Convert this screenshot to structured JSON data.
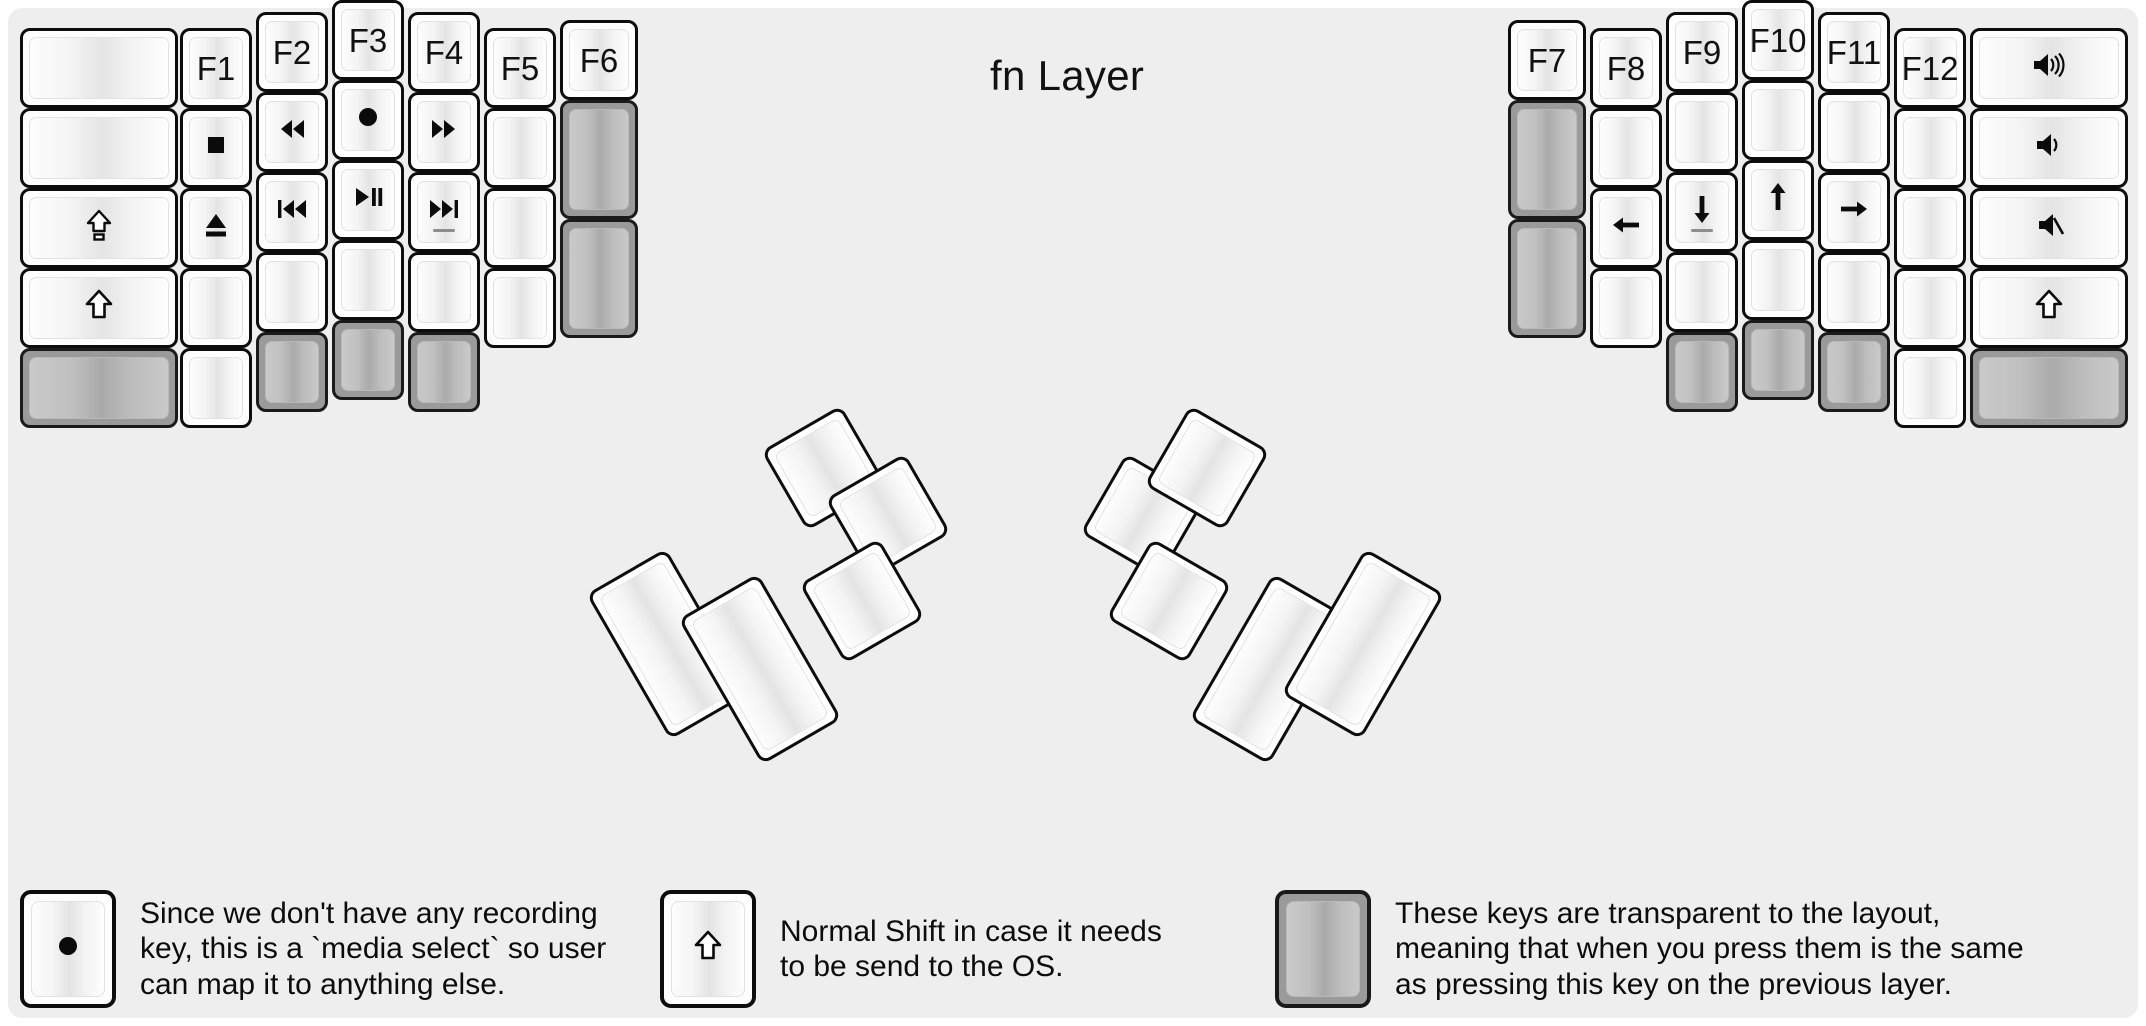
{
  "title": "fn Layer",
  "colors": {
    "background": "#eeeeee",
    "key_face": "#ffffff",
    "key_border": "#0d0d0d",
    "transparent_key": "#9a9a9a",
    "text": "#111111"
  },
  "keyboard": {
    "left_half": {
      "columns": [
        {
          "name": "pinky-outer",
          "keys": [
            {
              "label": "",
              "type": "blank"
            },
            {
              "label": "",
              "type": "blank"
            },
            {
              "label": "⇪",
              "type": "glyph",
              "icon": "caps-lock-icon"
            },
            {
              "label": "⇧",
              "type": "glyph",
              "icon": "shift-icon"
            },
            {
              "label": "",
              "type": "transparent"
            }
          ]
        },
        {
          "name": "pinky",
          "keys": [
            {
              "label": "F1",
              "type": "text"
            },
            {
              "label": "■",
              "type": "glyph",
              "icon": "media-stop-icon"
            },
            {
              "label": "⏏",
              "type": "glyph",
              "icon": "media-eject-icon"
            },
            {
              "label": "",
              "type": "blank"
            },
            {
              "label": "",
              "type": "blank"
            }
          ]
        },
        {
          "name": "ring",
          "keys": [
            {
              "label": "F2",
              "type": "text"
            },
            {
              "label": "◀◀",
              "type": "glyph",
              "icon": "media-rewind-icon"
            },
            {
              "label": "⏮",
              "type": "glyph",
              "icon": "media-previous-icon"
            },
            {
              "label": "",
              "type": "blank"
            },
            {
              "label": "",
              "type": "transparent"
            }
          ]
        },
        {
          "name": "middle",
          "keys": [
            {
              "label": "F3",
              "type": "text"
            },
            {
              "label": "●",
              "type": "glyph",
              "icon": "media-record-icon"
            },
            {
              "label": "⏯",
              "type": "glyph",
              "icon": "media-play-pause-icon"
            },
            {
              "label": "",
              "type": "blank"
            },
            {
              "label": "",
              "type": "transparent"
            }
          ]
        },
        {
          "name": "index",
          "keys": [
            {
              "label": "F4",
              "type": "text"
            },
            {
              "label": "▶▶",
              "type": "glyph",
              "icon": "media-fast-forward-icon"
            },
            {
              "label": "⏭",
              "type": "glyph",
              "icon": "media-next-icon",
              "homing": true
            },
            {
              "label": "",
              "type": "blank"
            },
            {
              "label": "",
              "type": "transparent"
            }
          ]
        },
        {
          "name": "index-inner",
          "keys": [
            {
              "label": "F5",
              "type": "text"
            },
            {
              "label": "",
              "type": "blank"
            },
            {
              "label": "",
              "type": "blank"
            },
            {
              "label": "",
              "type": "blank"
            }
          ]
        },
        {
          "name": "inner",
          "keys": [
            {
              "label": "F6",
              "type": "text"
            },
            {
              "label": "",
              "type": "transparent",
              "tall": true
            },
            {
              "label": "",
              "type": "transparent",
              "tall": true
            }
          ]
        }
      ],
      "thumb_cluster": [
        {
          "label": "",
          "type": "blank",
          "shape": "tall"
        },
        {
          "label": "",
          "type": "blank",
          "shape": "tall"
        },
        {
          "label": "",
          "type": "blank",
          "shape": "square"
        },
        {
          "label": "",
          "type": "blank",
          "shape": "square"
        },
        {
          "label": "",
          "type": "blank",
          "shape": "square"
        }
      ]
    },
    "right_half": {
      "columns": [
        {
          "name": "inner",
          "keys": [
            {
              "label": "F7",
              "type": "text"
            },
            {
              "label": "",
              "type": "transparent",
              "tall": true
            },
            {
              "label": "",
              "type": "transparent",
              "tall": true
            }
          ]
        },
        {
          "name": "index-inner",
          "keys": [
            {
              "label": "F8",
              "type": "text"
            },
            {
              "label": "",
              "type": "blank"
            },
            {
              "label": "←",
              "type": "glyph",
              "icon": "arrow-left-icon"
            },
            {
              "label": "",
              "type": "blank"
            }
          ]
        },
        {
          "name": "index",
          "keys": [
            {
              "label": "F9",
              "type": "text"
            },
            {
              "label": "",
              "type": "blank"
            },
            {
              "label": "↓",
              "type": "glyph",
              "icon": "arrow-down-icon",
              "homing": true
            },
            {
              "label": "",
              "type": "blank"
            },
            {
              "label": "",
              "type": "transparent"
            }
          ]
        },
        {
          "name": "middle",
          "keys": [
            {
              "label": "F10",
              "type": "text"
            },
            {
              "label": "",
              "type": "blank"
            },
            {
              "label": "↑",
              "type": "glyph",
              "icon": "arrow-up-icon"
            },
            {
              "label": "",
              "type": "blank"
            },
            {
              "label": "",
              "type": "transparent"
            }
          ]
        },
        {
          "name": "ring",
          "keys": [
            {
              "label": "F11",
              "type": "text"
            },
            {
              "label": "",
              "type": "blank"
            },
            {
              "label": "→",
              "type": "glyph",
              "icon": "arrow-right-icon"
            },
            {
              "label": "",
              "type": "blank"
            },
            {
              "label": "",
              "type": "transparent"
            }
          ]
        },
        {
          "name": "pinky",
          "keys": [
            {
              "label": "F12",
              "type": "text"
            },
            {
              "label": "",
              "type": "blank"
            },
            {
              "label": "",
              "type": "blank"
            },
            {
              "label": "",
              "type": "blank"
            },
            {
              "label": "",
              "type": "blank"
            }
          ]
        },
        {
          "name": "pinky-outer",
          "keys": [
            {
              "label": "🔊",
              "type": "glyph",
              "icon": "volume-up-icon"
            },
            {
              "label": "🔉",
              "type": "glyph",
              "icon": "volume-down-icon"
            },
            {
              "label": "🔇",
              "type": "glyph",
              "icon": "volume-mute-icon"
            },
            {
              "label": "⇧",
              "type": "glyph",
              "icon": "shift-icon"
            },
            {
              "label": "",
              "type": "transparent"
            }
          ]
        }
      ],
      "thumb_cluster": [
        {
          "label": "",
          "type": "blank",
          "shape": "square"
        },
        {
          "label": "",
          "type": "blank",
          "shape": "square"
        },
        {
          "label": "",
          "type": "blank",
          "shape": "square"
        },
        {
          "label": "",
          "type": "blank",
          "shape": "tall"
        },
        {
          "label": "",
          "type": "blank",
          "shape": "tall"
        }
      ]
    }
  },
  "legend": [
    {
      "key_icon": "media-record-icon",
      "key_glyph": "●",
      "key_style": "normal",
      "text": "Since we don't have any recording\nkey, this is a `media select` so user\ncan map it to anything else."
    },
    {
      "key_icon": "shift-icon",
      "key_glyph": "⇧",
      "key_style": "normal",
      "text": "Normal Shift in case it needs\nto be send to the OS."
    },
    {
      "key_icon": "transparent-key-icon",
      "key_glyph": "",
      "key_style": "transparent",
      "text": "These keys are transparent to the layout,\nmeaning that when you press them is the same\nas pressing this key on the previous layer."
    }
  ]
}
